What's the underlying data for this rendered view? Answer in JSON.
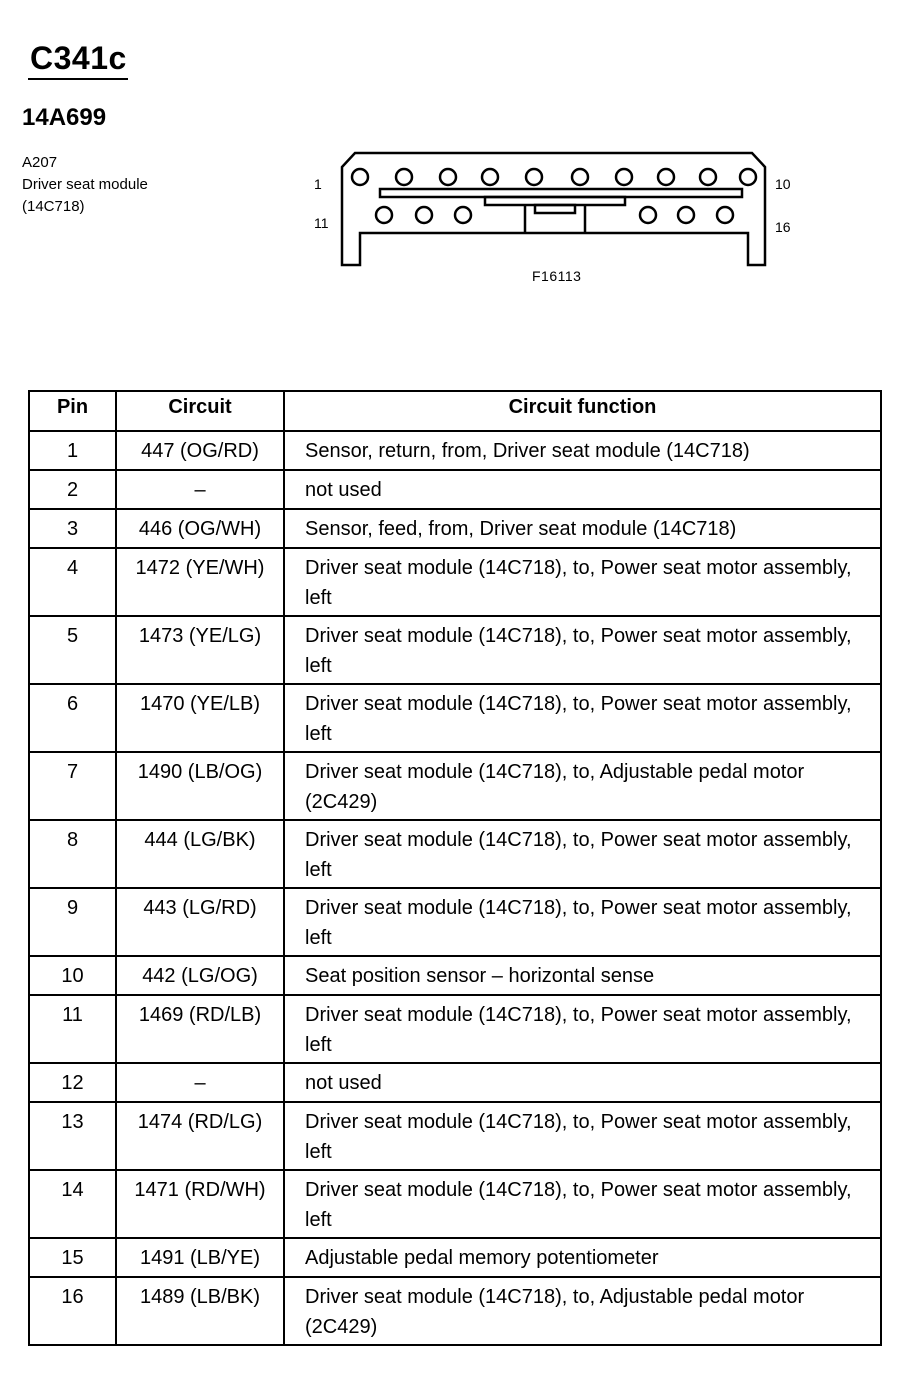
{
  "header": {
    "connector_id": "C341c",
    "part_number": "14A699",
    "component_code": "A207",
    "component_name": "Driver seat module",
    "component_part": "(14C718)"
  },
  "diagram": {
    "pin_label_1": "1",
    "pin_label_10": "10",
    "pin_label_11": "11",
    "pin_label_16": "16",
    "figure_id": "F16113"
  },
  "table": {
    "headers": [
      "Pin",
      "Circuit",
      "Circuit function"
    ],
    "rows": [
      {
        "pin": "1",
        "circuit": "447 (OG/RD)",
        "function": "Sensor, return, from, Driver seat module (14C718)"
      },
      {
        "pin": "2",
        "circuit": "–",
        "function": "not used"
      },
      {
        "pin": "3",
        "circuit": "446 (OG/WH)",
        "function": "Sensor, feed, from, Driver seat module (14C718)"
      },
      {
        "pin": "4",
        "circuit": "1472 (YE/WH)",
        "function": "Driver seat module (14C718), to, Power seat motor assembly, left"
      },
      {
        "pin": "5",
        "circuit": "1473 (YE/LG)",
        "function": "Driver seat module (14C718), to, Power seat motor assembly, left"
      },
      {
        "pin": "6",
        "circuit": "1470 (YE/LB)",
        "function": "Driver seat module (14C718), to, Power seat motor assembly, left"
      },
      {
        "pin": "7",
        "circuit": "1490 (LB/OG)",
        "function": "Driver seat module (14C718), to, Adjustable pedal motor (2C429)"
      },
      {
        "pin": "8",
        "circuit": "444 (LG/BK)",
        "function": "Driver seat module (14C718), to, Power seat motor assembly, left"
      },
      {
        "pin": "9",
        "circuit": "443 (LG/RD)",
        "function": "Driver seat module (14C718), to, Power seat motor assembly, left"
      },
      {
        "pin": "10",
        "circuit": "442 (LG/OG)",
        "function": "Seat position sensor – horizontal sense"
      },
      {
        "pin": "11",
        "circuit": "1469 (RD/LB)",
        "function": "Driver seat module (14C718), to, Power seat motor assembly, left"
      },
      {
        "pin": "12",
        "circuit": "–",
        "function": "not used"
      },
      {
        "pin": "13",
        "circuit": "1474 (RD/LG)",
        "function": "Driver seat module (14C718), to, Power seat motor assembly, left"
      },
      {
        "pin": "14",
        "circuit": "1471 (RD/WH)",
        "function": "Driver seat module (14C718), to, Power seat motor assembly, left"
      },
      {
        "pin": "15",
        "circuit": "1491 (LB/YE)",
        "function": "Adjustable pedal memory potentiometer"
      },
      {
        "pin": "16",
        "circuit": "1489 (LB/BK)",
        "function": "Driver seat module (14C718), to, Adjustable pedal motor (2C429)"
      }
    ]
  }
}
